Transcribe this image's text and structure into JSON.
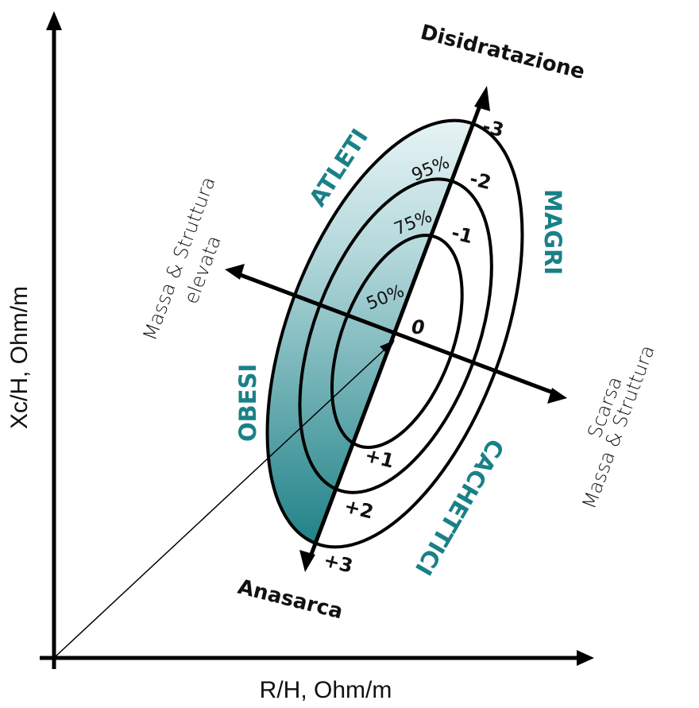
{
  "diagram": {
    "x_axis_label": "R/H, Ohm/m",
    "y_axis_label": "Xc/H, Ohm/m",
    "hydration_axis": {
      "top_label": "Disidratazione",
      "bottom_label": "Anasarca",
      "ticks": [
        "-3",
        "-2",
        "-1",
        "0",
        "+1",
        "+2",
        "+3"
      ]
    },
    "mass_axis": {
      "left_label_line1": "Massa & Struttura",
      "left_label_line2": "elevata",
      "right_label_line1": "Scarsa",
      "right_label_line2": "Massa & Struttura"
    },
    "tolerance_ellipses": [
      "50%",
      "75%",
      "95%"
    ],
    "categories": {
      "upper_left": "ATLETI",
      "upper_right": "MAGRI",
      "lower_left": "OBESI",
      "lower_right": "CACHETTICI"
    },
    "colors": {
      "category_text": "#1a8088",
      "gradient_top": "#f4fafb",
      "gradient_bottom": "#127a80",
      "lines": "#000000"
    }
  }
}
